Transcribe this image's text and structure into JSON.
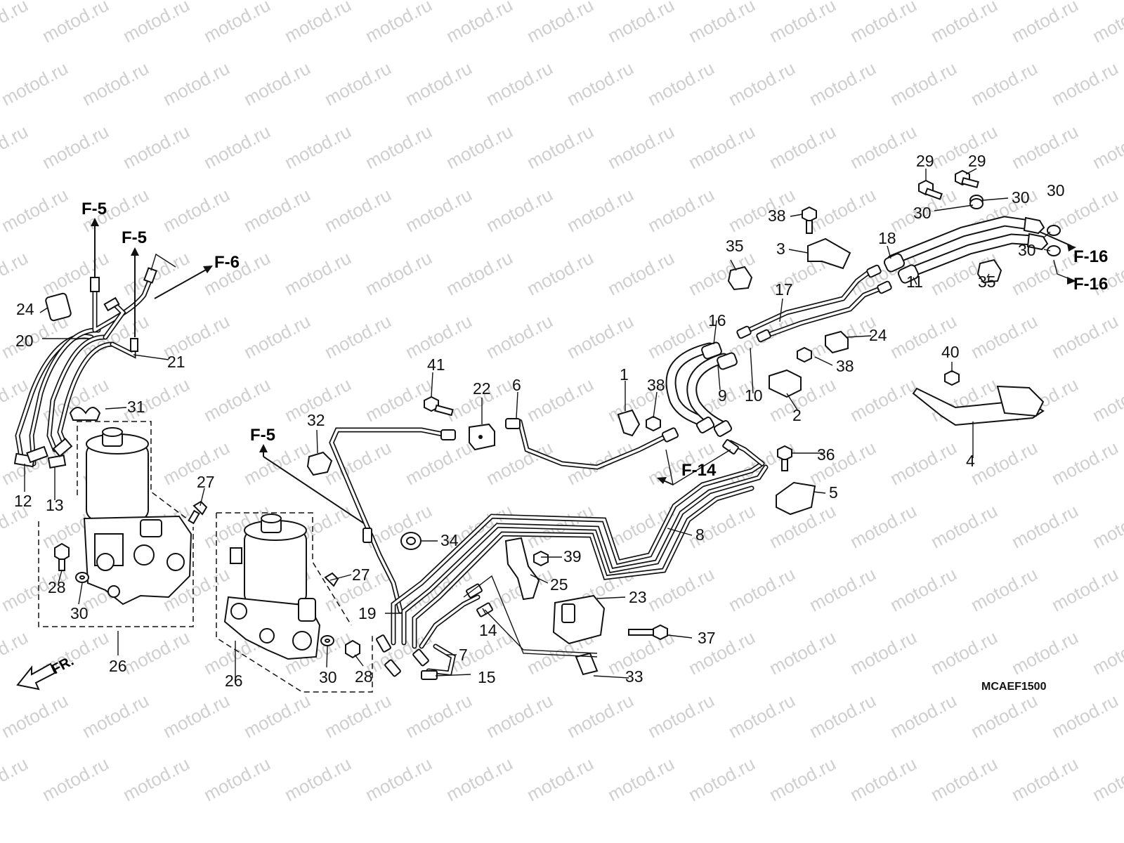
{
  "watermark": "motod.ru",
  "diagram_code": "MCAEF1500",
  "front_marker": "FR.",
  "references": [
    "F-5",
    "F-5",
    "F-6",
    "F-5",
    "F-14",
    "F-16",
    "F-16"
  ],
  "callouts": [
    "1",
    "2",
    "3",
    "4",
    "5",
    "6",
    "7",
    "8",
    "9",
    "10",
    "11",
    "12",
    "13",
    "14",
    "15",
    "16",
    "17",
    "18",
    "19",
    "20",
    "21",
    "22",
    "23",
    "24",
    "24",
    "25",
    "26",
    "26",
    "27",
    "27",
    "28",
    "28",
    "29",
    "29",
    "30",
    "30",
    "30",
    "30",
    "30",
    "30",
    "31",
    "32",
    "33",
    "34",
    "35",
    "35",
    "36",
    "37",
    "38",
    "38",
    "38",
    "39",
    "40",
    "41"
  ]
}
